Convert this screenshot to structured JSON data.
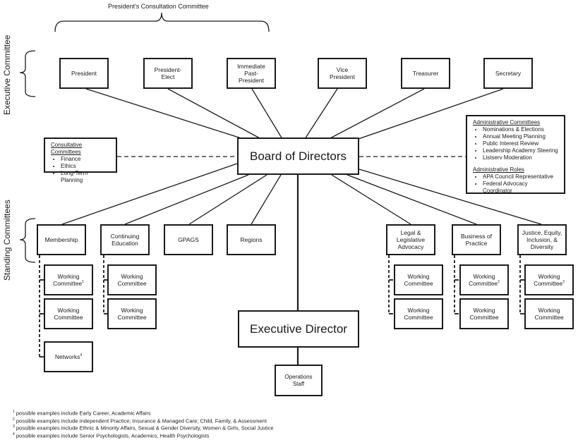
{
  "top_label": "President's Consultation Committee",
  "side_labels": {
    "executive": "Executive Committee",
    "standing": "Standing Committees"
  },
  "executive_committee": [
    {
      "label": "President"
    },
    {
      "label": "President-\nElect"
    },
    {
      "label": "Immediate\nPast-\nPresident"
    },
    {
      "label": "Vice\nPresident"
    },
    {
      "label": "Treasurer"
    },
    {
      "label": "Secretary"
    }
  ],
  "board": {
    "label": "Board of Directors"
  },
  "executive_director": {
    "label": "Executive Director"
  },
  "operations_staff": {
    "label": "Operations\nStaff"
  },
  "consultative": {
    "title": "Consultative Committees",
    "items": [
      "Finance",
      "Ethics",
      "Long-Term Planning"
    ]
  },
  "administrative": {
    "committees_title": "Administrative Committees",
    "committees": [
      "Nominations & Elections",
      "Annual Meeting Planning",
      "Public Interest Review",
      "Leadership Academy Steering",
      "Listserv Moderation"
    ],
    "roles_title": "Administrative Roles",
    "roles": [
      "APA Council Representative",
      "Federal Advocacy Coordinator"
    ]
  },
  "standing_committees": [
    {
      "label": "Membership",
      "children": [
        {
          "label": "Working\nCommittee",
          "sup": "1"
        },
        {
          "label": "Working\nCommittee",
          "sup": ""
        },
        {
          "label": "Networks",
          "sup": "4"
        }
      ]
    },
    {
      "label": "Continuing\nEducation",
      "children": [
        {
          "label": "Working\nCommittee",
          "sup": ""
        },
        {
          "label": "Working\nCommittee",
          "sup": ""
        }
      ]
    },
    {
      "label": "GPAGS",
      "children": []
    },
    {
      "label": "Regions",
      "children": []
    },
    {
      "label": "Legal &\nLegislative\nAdvocacy",
      "children": [
        {
          "label": "Working\nCommittee",
          "sup": ""
        },
        {
          "label": "Working\nCommittee",
          "sup": ""
        }
      ]
    },
    {
      "label": "Business of\nPractice",
      "children": [
        {
          "label": "Working\nCommittee",
          "sup": "2"
        },
        {
          "label": "Working\nCommittee",
          "sup": ""
        }
      ]
    },
    {
      "label": "Justice, Equity,\nInclusion, &\nDiversity",
      "children": [
        {
          "label": "Working\nCommittee",
          "sup": "3"
        },
        {
          "label": "Working\nCommittee",
          "sup": ""
        }
      ]
    }
  ],
  "footnotes": [
    {
      "num": "1",
      "text": "possible examples include Early Career, Academic Affairs"
    },
    {
      "num": "2",
      "text": "possible examples include Independent Practice; Insurance & Managed Care; Child, Family, & Assessment"
    },
    {
      "num": "3",
      "text": "possible examples include Ethnic & Minority Affairs, Sexual & Gender Diversity, Women & Girls, Social Justice"
    },
    {
      "num": "4",
      "text": "possible examples include Senior Psychologists, Academics, Health Psychologists"
    }
  ]
}
